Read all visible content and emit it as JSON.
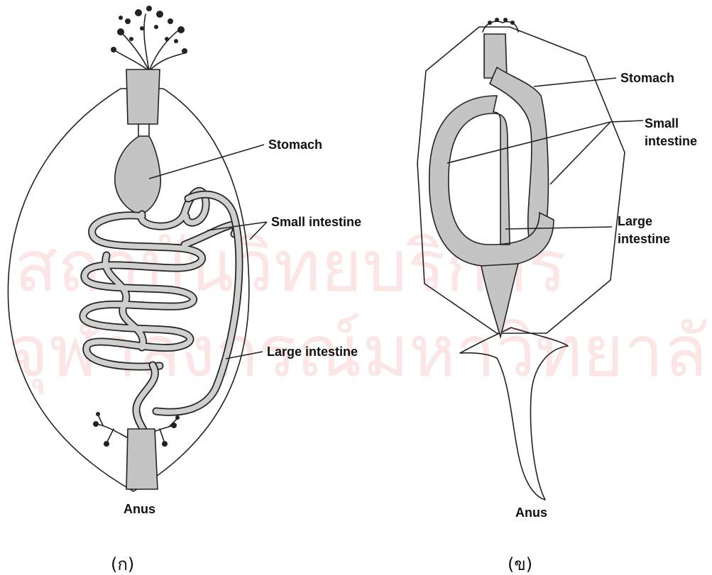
{
  "watermark": {
    "line1": "สถาบันวิทยบริการ",
    "line2": "จุฬาลงกรณ์มหาวิทยาลัย"
  },
  "left_diagram": {
    "caption": "(ก)",
    "labels": {
      "stomach": "Stomach",
      "small_intestine": "Small intestine",
      "large_intestine": "Large intestine",
      "anus": "Anus"
    }
  },
  "right_diagram": {
    "caption": "(ข)",
    "labels": {
      "stomach": "Stomach",
      "small_intestine_1": "Small",
      "small_intestine_2": "intestine",
      "large_intestine_1": "Large",
      "large_intestine_2": "intestine",
      "anus": "Anus"
    }
  }
}
